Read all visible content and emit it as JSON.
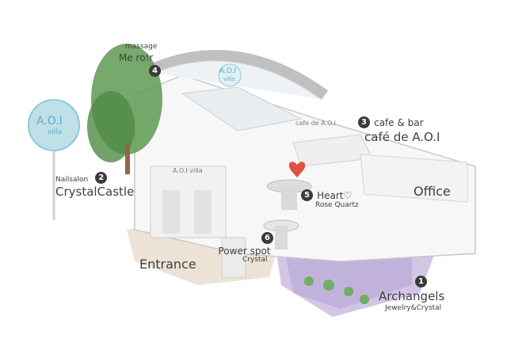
{
  "sign": {
    "text": "A.O.I",
    "sub": "villa"
  },
  "roof_sign": {
    "text": "A.O.I",
    "sub": "villa"
  },
  "building_sign": "A.O.I villa",
  "wall_sign": "cafe de A.O.I",
  "spots": [
    {
      "number": "1",
      "name": "Archangels",
      "sub": "Jewelry&Crystal"
    },
    {
      "number": "2",
      "pre": "Nailsalon",
      "name": "CrystalCastle"
    },
    {
      "number": "3",
      "pre": "cafe & bar",
      "name": "café de A.O.I"
    },
    {
      "number": "4",
      "pre": "massage",
      "name": "Me ro!r"
    },
    {
      "number": "5",
      "name": "Heart♡",
      "sub": "Rose Quartz"
    },
    {
      "number": "6",
      "name": "Power spot",
      "sub": "Crystal"
    }
  ],
  "areas": {
    "entrance": "Entrance",
    "office": "Office"
  },
  "colors": {
    "tree": "#5e9a52",
    "floor": "#b9a9d6",
    "heart": "#e0523e",
    "sign": "#8ec9d8"
  }
}
